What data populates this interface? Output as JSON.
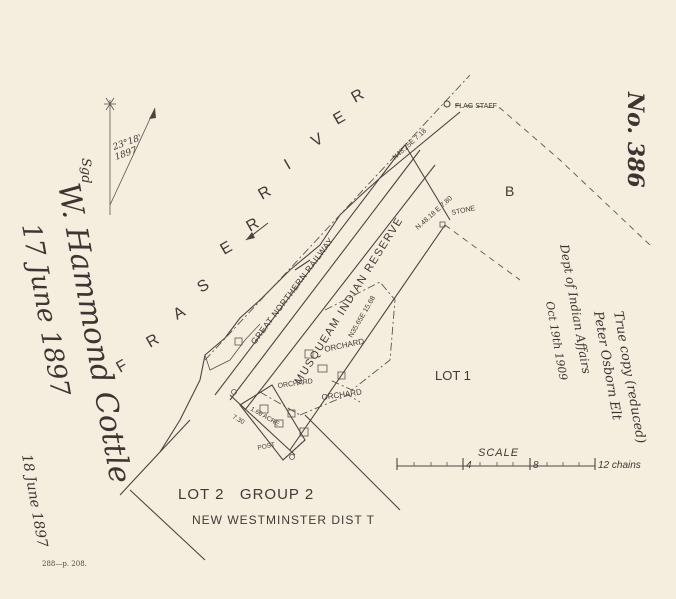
{
  "sheet_number": "No. 386",
  "copy_note": {
    "line1": "True copy (reduced)",
    "line2": "Peter Osborn Elt",
    "line3": "Dept of Indian Affairs",
    "line4": "Oct 19th 1909"
  },
  "signature": {
    "prefix": "Sgd",
    "name": "W. Hammond Cottle",
    "date": "17 June 1897",
    "approval": "18 June 1897"
  },
  "north_arrow": {
    "declination": "23°18'",
    "year": "1897"
  },
  "river": {
    "letters": [
      "F",
      "R",
      "A",
      "S",
      "E",
      "R",
      "R",
      "I",
      "V",
      "E",
      "R"
    ],
    "name": "FRASER RIVER"
  },
  "features": {
    "flag_staff": "FLAG STAFF",
    "stone": "STONE",
    "post": "POST",
    "railway": "GREAT NORTHERN RAILWAY",
    "reserve": "MUSQUEAM INDIAN RESERVE",
    "orchard_1": "ORCHARD",
    "orchard_2": "ORCHARD",
    "orchard_3": "ORCHARD",
    "bearing_1": "N43.25E 7.18",
    "bearing_2": "N.48.18 E 7.80",
    "bearing_3": "N35.65E 15.68",
    "acre_text": "1.60 ACRE",
    "small_label": "7.30"
  },
  "lots": {
    "lot_b": "B",
    "lot_1": "LOT 1",
    "lot_2_group": "LOT 2   GROUP 2",
    "district": "NEW WESTMINSTER DIST T"
  },
  "scale": {
    "label": "SCALE",
    "ticks": [
      "4",
      "8",
      "12 chains"
    ]
  },
  "footer": "288—p. 208."
}
